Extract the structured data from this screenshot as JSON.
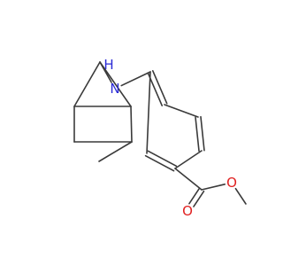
{
  "molecule": {
    "bond_color": "#3a3a3a",
    "atoms": [
      {
        "id": "N",
        "element": "N",
        "label": "N",
        "color": "#2b2bd6"
      },
      {
        "id": "H",
        "element": "H",
        "label": "H",
        "color": "#2b2bd6"
      },
      {
        "id": "O_carbonyl",
        "element": "O",
        "label": "O",
        "color": "#e01f1f"
      },
      {
        "id": "O_ester",
        "element": "O",
        "label": "O",
        "color": "#e01f1f"
      }
    ]
  }
}
